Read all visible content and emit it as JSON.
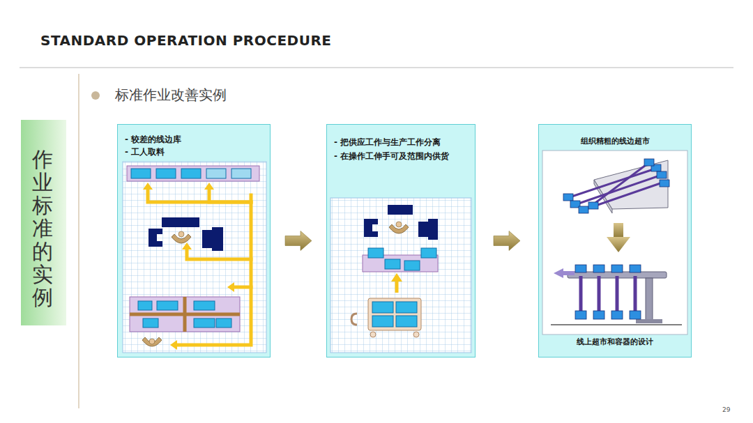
{
  "diagram": {
    "title": "STANDARD OPERATION PROCEDURE",
    "nodes": [
      {
        "text": [
          "作业标准的实例"
        ]
      },
      {
        "text": [
          "- 较差的线边库",
          "- 工人取料"
        ]
      },
      {
        "text": [
          "- 把供应工作与生产工作分离",
          "- 在操作工伸手可及范围内供货"
        ]
      },
      {
        "text": [
          "组织精粗的线边超市",
          "线上超市和容器的设计"
        ]
      }
    ],
    "edges": [
      {
        "from": 1,
        "to": 2,
        "arrow": "to"
      },
      {
        "from": 2,
        "to": 3,
        "arrow": "to"
      }
    ],
    "labels": [
      "标准作业改善实例",
      "29"
    ]
  }
}
